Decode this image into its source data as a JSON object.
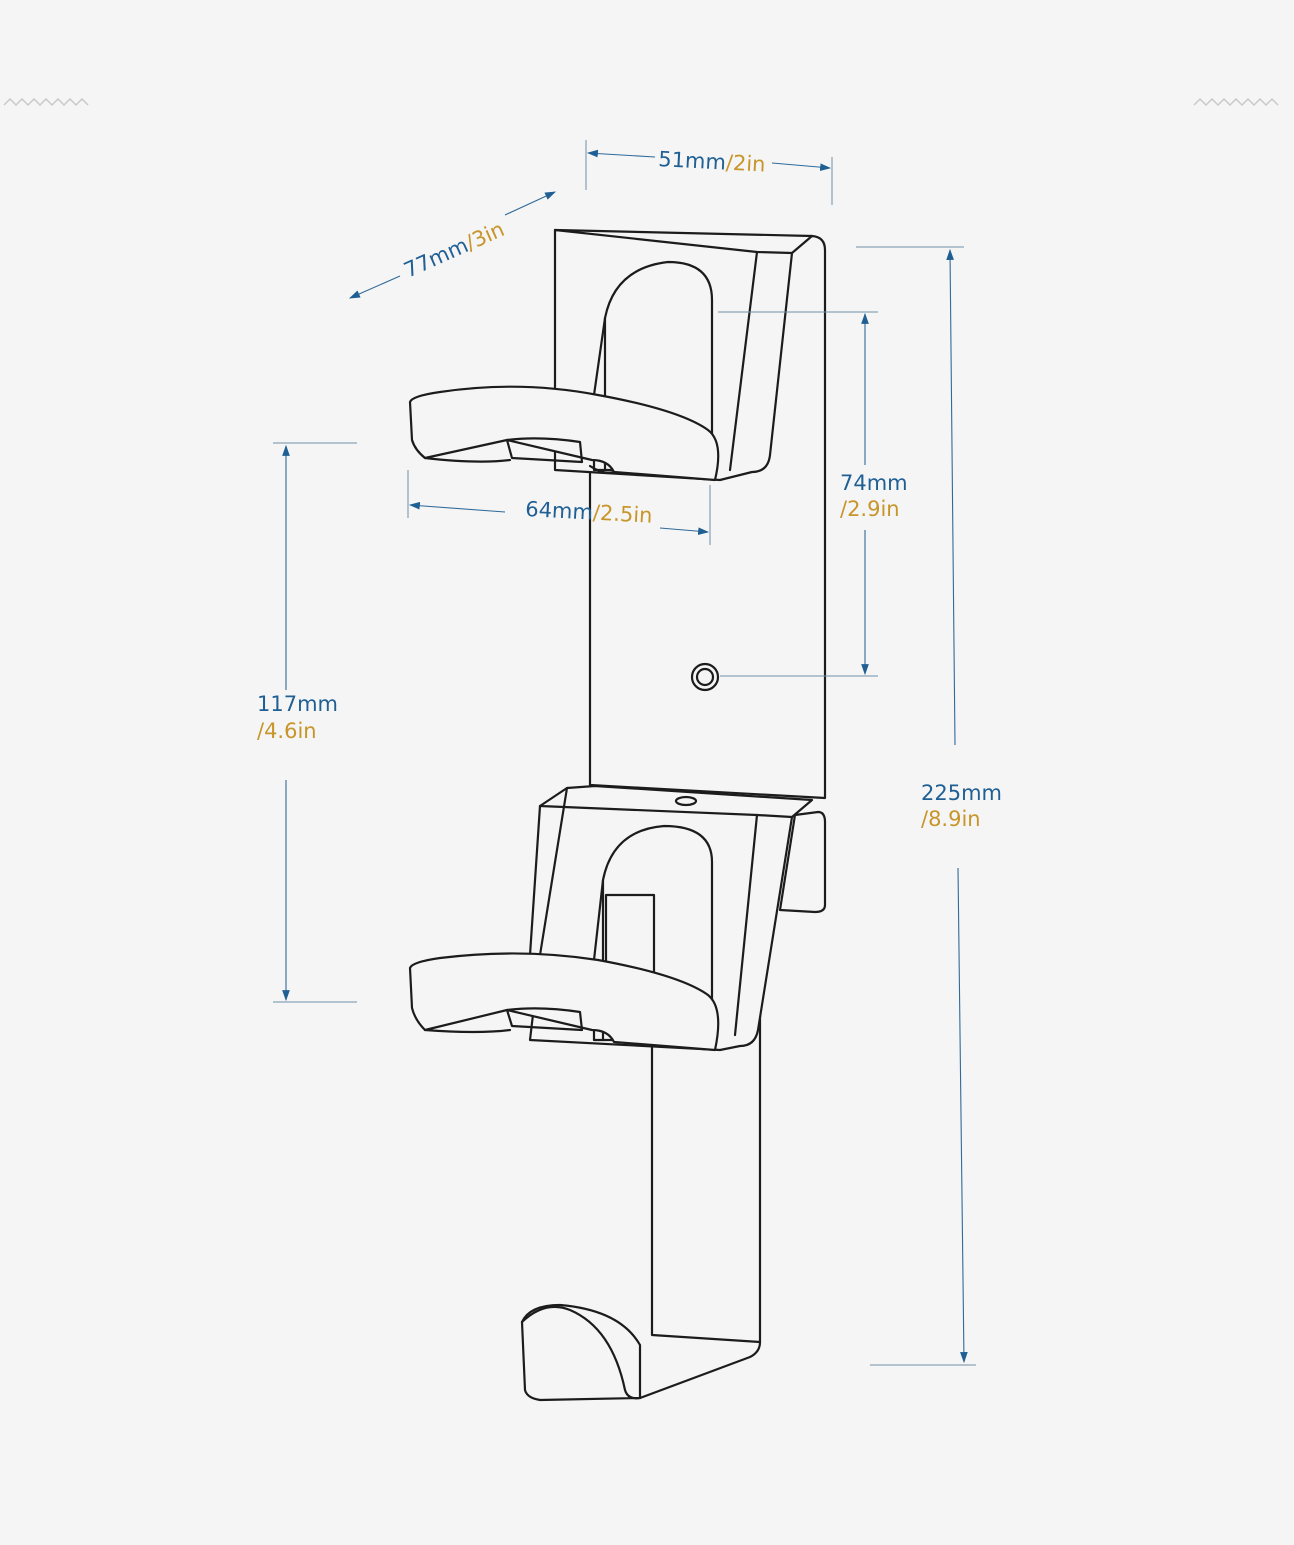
{
  "colors": {
    "background": "#f5f5f5",
    "outline": "#1c1c1c",
    "metric_text": "#1f5f94",
    "imperial_text": "#c8952a"
  },
  "dimensions": {
    "width": {
      "mm": "51mm",
      "inch": "/2in"
    },
    "depth": {
      "mm": "77mm",
      "inch": "/3in"
    },
    "arm_width": {
      "mm": "64mm",
      "inch": "/2.5in"
    },
    "hole_spacing": {
      "mm": "74mm",
      "inch": "/2.9in"
    },
    "hook_spacing": {
      "mm": "117mm",
      "inch": "/4.6in"
    },
    "total_height": {
      "mm": "225mm",
      "inch": "/8.9in"
    }
  }
}
